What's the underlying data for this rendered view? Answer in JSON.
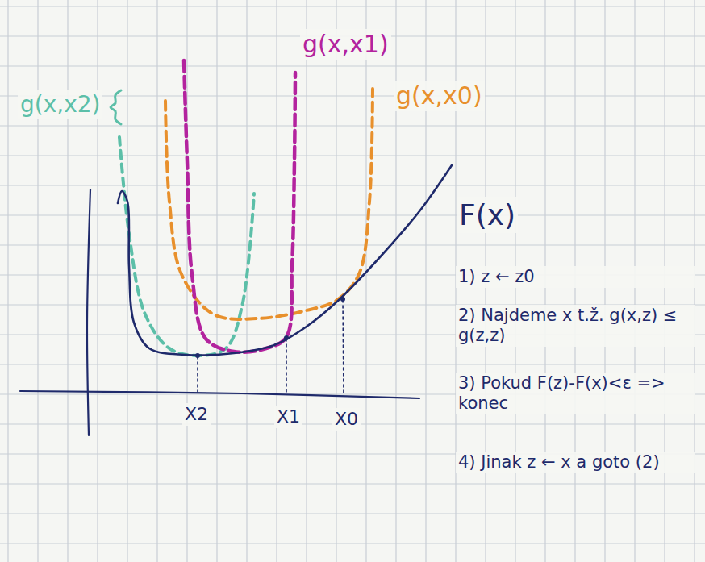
{
  "diagram": {
    "labels": [
      "g(x,x2)",
      "g(x,x1)",
      "g(x,x0)",
      "F(x)",
      "X2",
      "X1",
      "X0",
      "1) z ← z0",
      "2) Najdeme x t.ž. g(x,z) ≤ g(z,z)",
      "3) Pokud F(z)-F(x)<ε => konec",
      "4) Jinak z ← x a goto (2)"
    ]
  }
}
